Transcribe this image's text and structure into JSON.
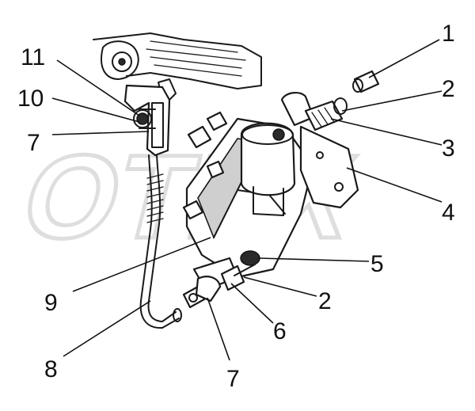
{
  "diagram": {
    "callouts": [
      {
        "id": "c1",
        "label": "1"
      },
      {
        "id": "c2a",
        "label": "2"
      },
      {
        "id": "c3",
        "label": "3"
      },
      {
        "id": "c4",
        "label": "4"
      },
      {
        "id": "c5",
        "label": "5"
      },
      {
        "id": "c2b",
        "label": "2"
      },
      {
        "id": "c6",
        "label": "6"
      },
      {
        "id": "c7b",
        "label": "7"
      },
      {
        "id": "c8",
        "label": "8"
      },
      {
        "id": "c9",
        "label": "9"
      },
      {
        "id": "c7a",
        "label": "7"
      },
      {
        "id": "c10",
        "label": "10"
      },
      {
        "id": "c11",
        "label": "11"
      }
    ],
    "watermark": "OTEX"
  }
}
